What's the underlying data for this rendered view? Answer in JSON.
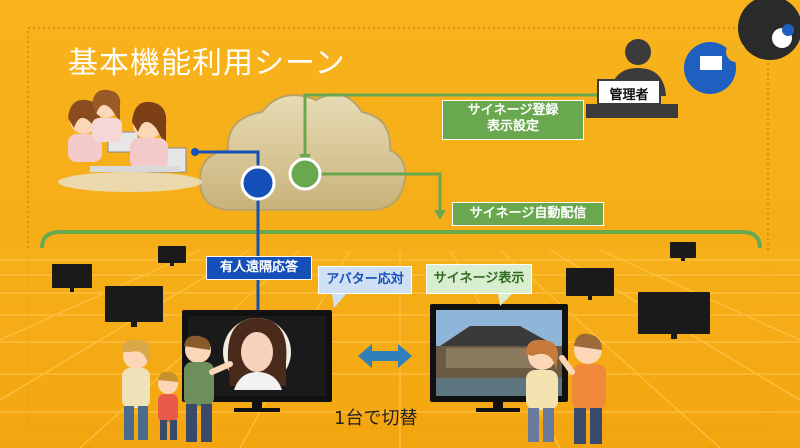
{
  "title": "基本機能利用シーン",
  "labels": {
    "admin": "管理者",
    "signage_register_line1": "サイネージ登録",
    "signage_register_line2": "表示設定",
    "signage_auto_delivery": "サイネージ自動配信",
    "remote_response": "有人遠隔応答",
    "avatar_response": "アバター応対",
    "signage_display": "サイネージ表示",
    "switch_caption": "1台で切替"
  },
  "colors": {
    "background": "#f5b21f",
    "blue": "#1450b8",
    "green": "#6aa84f",
    "cloud": "#d9c99a"
  }
}
